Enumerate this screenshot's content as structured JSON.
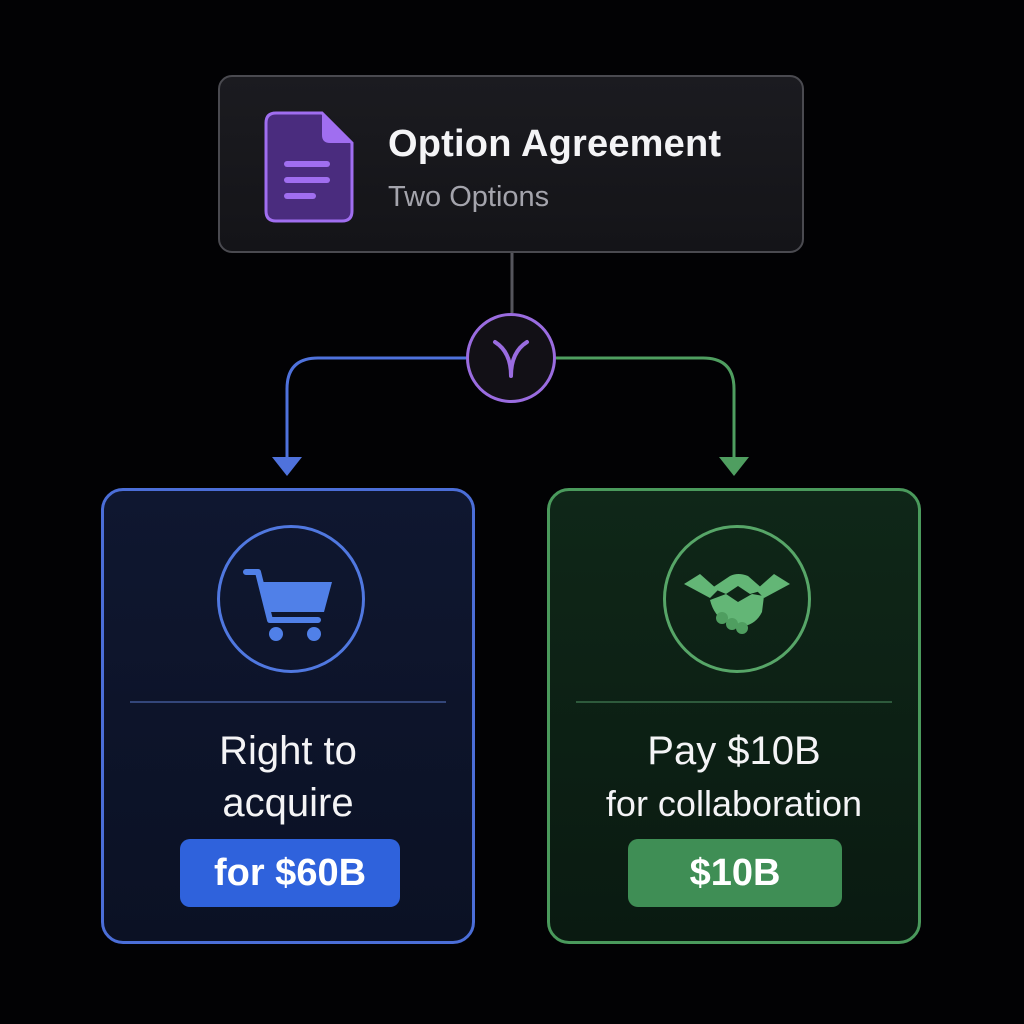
{
  "root": {
    "title": "Option Agreement",
    "subtitle": "Two Options",
    "icon": "document-icon"
  },
  "split": {
    "icon": "split-branch-icon"
  },
  "options": [
    {
      "icon": "shopping-cart-icon",
      "line1": "Right to",
      "line2": "acquire",
      "badge": "for $60B",
      "color": "#4b6ed8"
    },
    {
      "icon": "handshake-icon",
      "line1": "Pay $10B",
      "line2": "for collaboration",
      "badge": "$10B",
      "color": "#4a9a5c"
    }
  ],
  "colors": {
    "background": "#020204",
    "accent_purple": "#9a6ce0",
    "accent_blue": "#4b6ed8",
    "accent_green": "#4a9a5c"
  }
}
